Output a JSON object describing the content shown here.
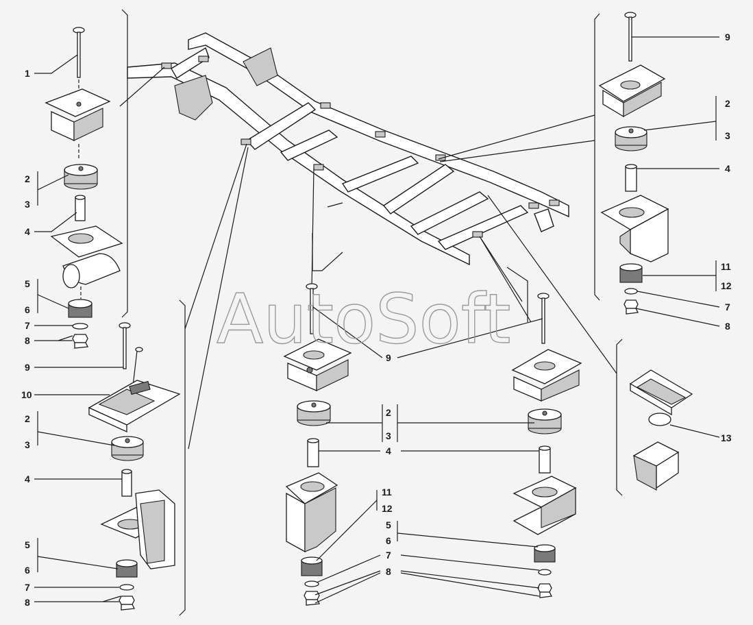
{
  "watermark": "AutoSoft",
  "labels": {
    "l1": "1",
    "l2": "2",
    "l3": "3",
    "l4": "4",
    "l5": "5",
    "l6": "6",
    "l7": "7",
    "l8": "8",
    "l9": "9",
    "l10": "10",
    "l11": "11",
    "l12": "12",
    "l13": "13"
  }
}
